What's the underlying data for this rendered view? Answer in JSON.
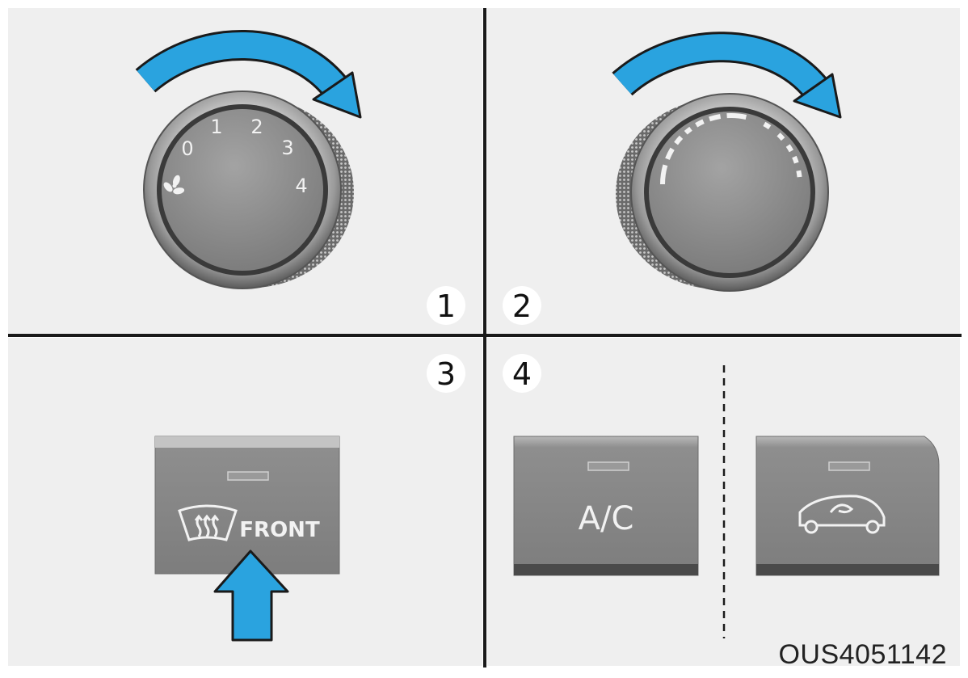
{
  "panels": [
    {
      "number": "1"
    },
    {
      "number": "2"
    },
    {
      "number": "3"
    },
    {
      "number": "4"
    }
  ],
  "fan_dial": {
    "labels": [
      "0",
      "1",
      "2",
      "3",
      "4"
    ],
    "icon": "fan-icon"
  },
  "temp_dial": {
    "icon": "temperature-arc-icon"
  },
  "front_defrost_button": {
    "label": "FRONT",
    "icon": "windshield-defrost-icon"
  },
  "ac_button": {
    "label": "A/C"
  },
  "recirculation_button": {
    "icon": "car-recirculation-icon"
  },
  "figure_code": "OUS4051142",
  "colors": {
    "background": "#efefef",
    "arrow_blue": "#2aa3df",
    "divider": "#1a1a1a",
    "button": "#8a8a8a",
    "knob_face": "#8c8c8c"
  }
}
